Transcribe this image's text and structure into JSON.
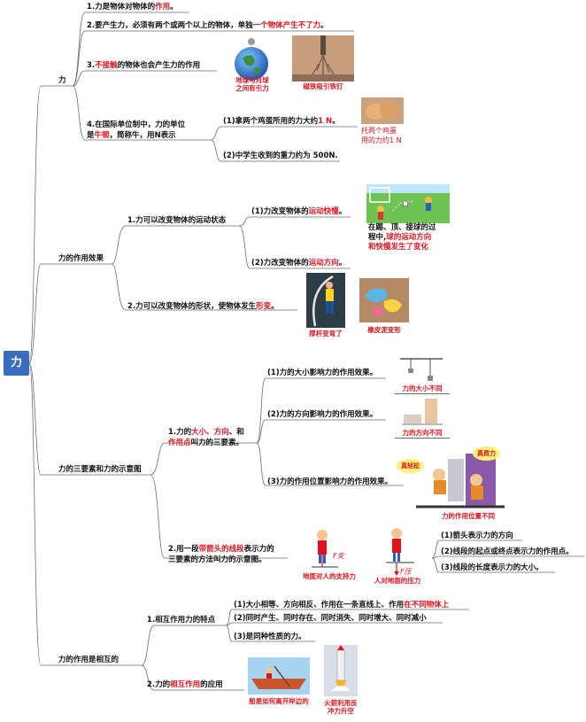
{
  "root": "力",
  "b1": {
    "title": "力",
    "i1": {
      "a": "1.力是物体对物体的",
      "b": "作用",
      "c": "。"
    },
    "i2": {
      "a": "2.要产生力，必须有两个或两个以上的物体，单独",
      "b": "一个物体产生不了力",
      "c": "。"
    },
    "i3": {
      "a": "3.",
      "b": "不接触",
      "c": "的物体也会产生力的作用"
    },
    "i3_cap1": [
      "地球与月球",
      "之间有引力"
    ],
    "i3_cap2": "磁铁吸引铁钉",
    "i4": {
      "l1": "4.在国际单位制中，力的单位",
      "l2a": "是",
      "l2b": "牛顿",
      "l2c": "，简称牛，用N表示"
    },
    "i4_s1": {
      "a": "(1)拿两个鸡蛋所用的力大约",
      "b": "1 N",
      "c": "。"
    },
    "i4_s1_cap": [
      "托两个鸡蛋",
      "用的力约1 N"
    ],
    "i4_s2": "(2)中学生收到的重力约为 500N."
  },
  "b2": {
    "title": "力的作用效果",
    "i1": "1.力可以改变物体的运动状态",
    "s1": {
      "a": "(1)力改变物体的",
      "b": "运动快慢",
      "c": "。"
    },
    "s2": {
      "a": "(2)力改变物体的",
      "b": "运动方向",
      "c": "。"
    },
    "soccer_note": {
      "l1": "在踢、顶、接球的过",
      "l2a": "程中,",
      "l2b": "球的运动方向",
      "l3": "和快慢发生了变化"
    },
    "i2": {
      "a": "2.力可以改变物体的形状，使物体发生",
      "b": "形变",
      "c": "。"
    },
    "cap_pole": "撑杆变弯了",
    "cap_clay": "橡皮泥变形"
  },
  "b3": {
    "title": "力的三要素和力的示意图",
    "i1": {
      "a": "1.力的",
      "b1": "大小",
      "sep1": "、",
      "b2": "方向",
      "sep2": "、和",
      "b3": "作用点",
      "c": "叫力的三要素。"
    },
    "s1": "(1)力的大小影响力的作用效果。",
    "s1_cap": "力的大小不同",
    "s2": "(2)力的方向影响力的作用效果。",
    "s2_cap": "力的方向不同",
    "s3": "(3)力的作用位置影响力的作用效果。",
    "s3_cap": "力的作用位置不同",
    "bubble1": "真轻松",
    "bubble2": "真费力",
    "i2": {
      "a": "2.用一段",
      "b": "带箭头的线段",
      "c": "表示力的",
      "l2": "三要素的方法叫力的示意图。"
    },
    "cap_support": "地面对人的支持力",
    "cap_press": "人对地面的压力",
    "f_support": "F支",
    "f_press": "F压",
    "n1": "(1)箭头表示力的方向",
    "n2": "(2)线段的起点或终点表示力的作用点。",
    "n3": "(3)线段的长度表示力的大小。"
  },
  "b4": {
    "title": "力的作用是相互的",
    "i1": "1.相互作用力的特点",
    "s1": {
      "a": "(1)大小相等、方向相反、作用在一条直线上、作用",
      "b": "在不同物体上"
    },
    "s2": "(2)同时产生、同时存在、同时消失、同时增大、同时减小",
    "s3": "(3)是同种性质的力。",
    "i2": {
      "a": "2.力的",
      "b": "相互作用",
      "c": "的应用"
    },
    "cap_boat": "船是如何离开岸边的",
    "cap_rocket": [
      "火箭利用反",
      "冲力升空"
    ]
  }
}
